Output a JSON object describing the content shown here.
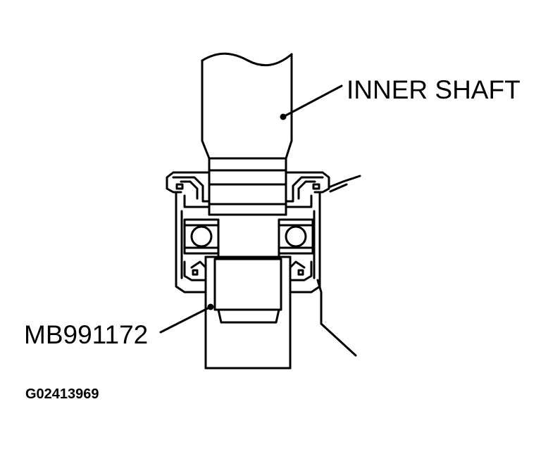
{
  "diagram": {
    "labels": {
      "inner_shaft": "INNER SHAFT",
      "special_tool": "MB991172"
    },
    "figure_id": "G02413969",
    "colors": {
      "line": "#000000",
      "background": "#ffffff"
    }
  }
}
